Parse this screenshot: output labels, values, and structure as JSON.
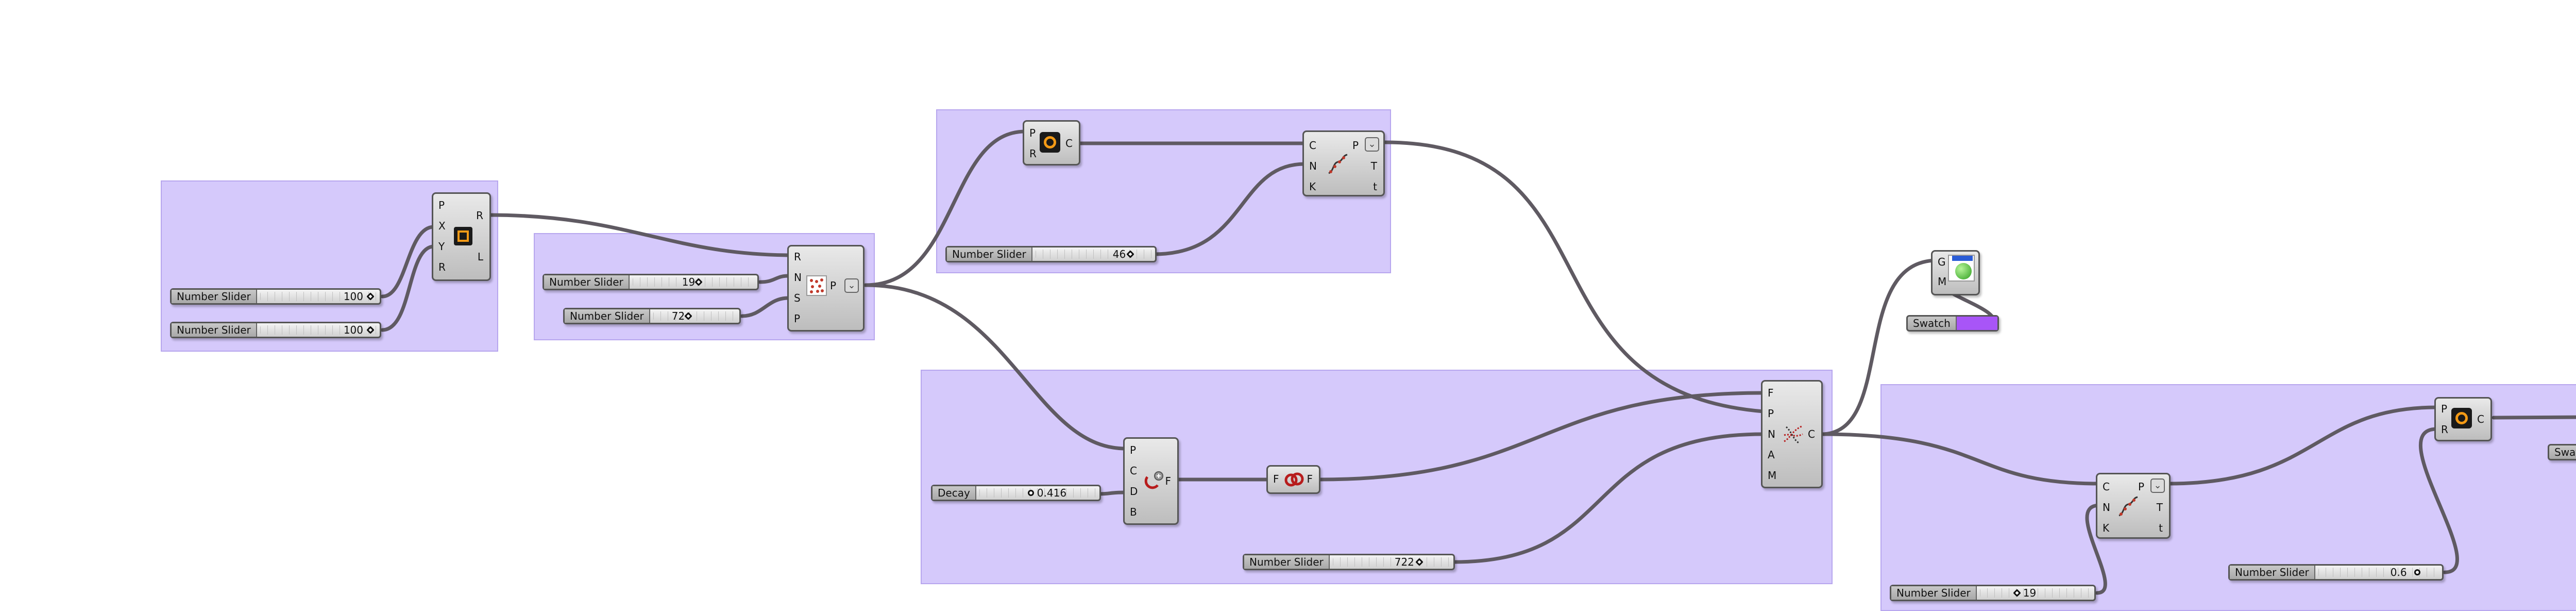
{
  "canvas": {
    "background": "#ffffff",
    "group_color": "#d5c9fb",
    "wire_color": "#5f5a62"
  },
  "components": {
    "rectangle": {
      "inputs": [
        "P",
        "X",
        "Y",
        "R"
      ],
      "outputs": [
        "R",
        "L"
      ],
      "icon": "rectangle-icon"
    },
    "divide_pop": {
      "inputs": [
        "R",
        "N",
        "S",
        "P"
      ],
      "outputs": [
        "P"
      ],
      "icon": "populate-2d-icon"
    },
    "circle_top": {
      "inputs": [
        "P",
        "R"
      ],
      "outputs": [
        "C"
      ],
      "icon": "circle-icon"
    },
    "divide_curve_top": {
      "inputs": [
        "C",
        "N",
        "K"
      ],
      "outputs": [
        "P",
        "T",
        "t"
      ],
      "icon": "divide-curve-icon"
    },
    "point_charge": {
      "inputs": [
        "P",
        "C",
        "D",
        "B"
      ],
      "outputs": [
        "F"
      ],
      "icon": "point-charge-icon"
    },
    "merge_fields": {
      "inputs": [
        "F"
      ],
      "outputs": [
        "F"
      ],
      "icon": "merge-fields-icon"
    },
    "field_lines": {
      "inputs": [
        "F",
        "P",
        "N",
        "A",
        "M"
      ],
      "outputs": [
        "C"
      ],
      "icon": "field-lines-icon"
    },
    "custom_preview": {
      "inputs": [
        "G",
        "M"
      ],
      "outputs": [],
      "icon": "preview-sphere-icon"
    },
    "divide_curve_right": {
      "inputs": [
        "C",
        "N",
        "K"
      ],
      "outputs": [
        "P",
        "T",
        "t"
      ],
      "icon": "divide-curve-icon"
    },
    "circle_right": {
      "inputs": [
        "P",
        "R"
      ],
      "outputs": [
        "C"
      ],
      "icon": "circle-icon"
    }
  },
  "sliders": {
    "s_rect_x": {
      "label": "Number Slider",
      "value": "100"
    },
    "s_rect_y": {
      "label": "Number Slider",
      "value": "100"
    },
    "s_pop_n": {
      "label": "Number Slider",
      "value": "19"
    },
    "s_pop_s": {
      "label": "Number Slider",
      "value": "72"
    },
    "s_div_top": {
      "label": "Number Slider",
      "value": "46"
    },
    "s_decay": {
      "label": "Decay",
      "value": "0.416"
    },
    "s_lines": {
      "label": "Number Slider",
      "value": "722"
    },
    "s_div_right": {
      "label": "Number Slider",
      "value": "19"
    },
    "s_radius_right": {
      "label": "Number Slider",
      "value": "0.6"
    }
  },
  "swatches": {
    "sw_purple": {
      "label": "Swatch",
      "color": "#a855f7"
    },
    "sw_blue": {
      "label": "Swatch",
      "color": "#3b6ef5"
    }
  }
}
